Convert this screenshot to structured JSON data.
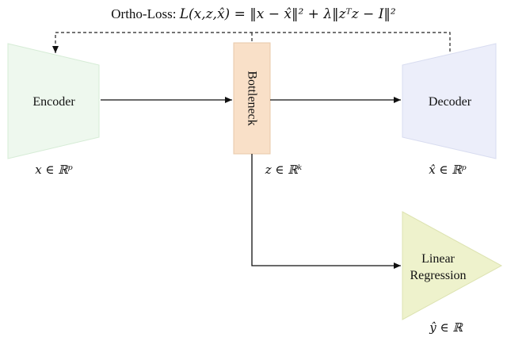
{
  "loss": {
    "prefix": "Ortho-Loss: ",
    "formula": "L(x,z,x̂) = ‖x − x̂‖² + λ‖zᵀz − I‖²"
  },
  "encoder": {
    "label": "Encoder",
    "space": "x ∈ ℝᵖ",
    "color": "#eef8ee"
  },
  "bottleneck": {
    "label": "Bottleneck",
    "space": "z ∈ ℝᵏ",
    "color": "#f9e0c8"
  },
  "decoder": {
    "label": "Decoder",
    "space": "x̂ ∈ ℝᵖ",
    "color": "#eceefa"
  },
  "regression": {
    "label_line1": "Linear",
    "label_line2": "Regression",
    "space": "ŷ ∈ ℝ",
    "color": "#eef2cc"
  },
  "colors": {
    "stroke": "#222222",
    "encoder_stroke": "#d6ecd6",
    "bottleneck_stroke": "#e8c9aa",
    "decoder_stroke": "#d8dcf0",
    "regression_stroke": "#dde3b2"
  }
}
